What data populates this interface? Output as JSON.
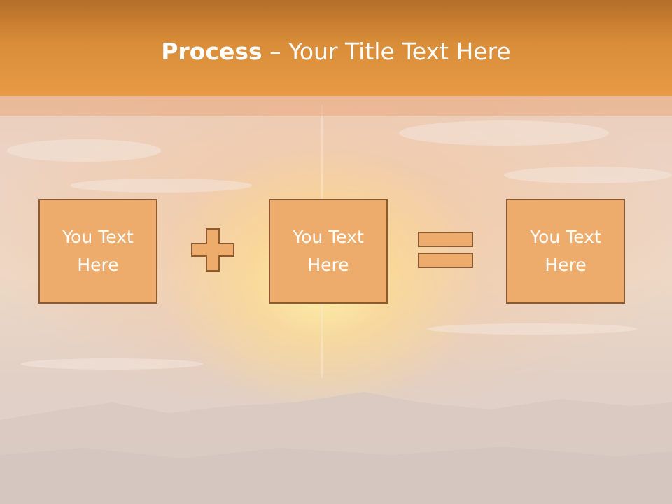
{
  "slide": {
    "title_bold": "Process",
    "title_rest": " – Your Title Text Here",
    "boxes": [
      {
        "text": "You Text\nHere"
      },
      {
        "text": "You Text\nHere"
      },
      {
        "text": "You Text\nHere"
      }
    ],
    "operators": [
      "plus-icon",
      "equals-icon"
    ],
    "colors": {
      "header": "#e29440",
      "box_fill": "#eeac6c",
      "box_border": "#8c5a30",
      "text": "#ffffff"
    }
  }
}
